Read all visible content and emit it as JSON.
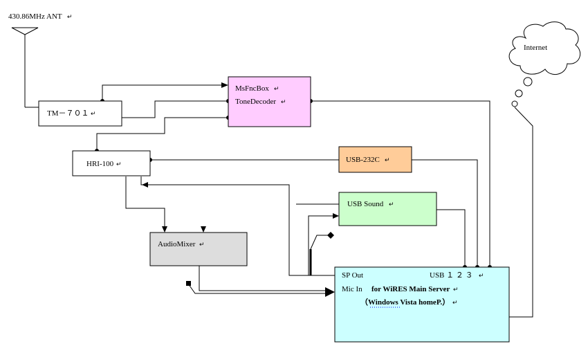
{
  "antenna": {
    "label": "430.86MHz ANT"
  },
  "nodes": {
    "tm701": {
      "label": "TM－７０１"
    },
    "msfnc": {
      "line1": "MsFncBox",
      "line2": "ToneDecoder",
      "color": "#ffccff"
    },
    "hri100": {
      "label": "HRI-100"
    },
    "usb232c": {
      "label": "USB-232C",
      "color": "#ffcc99"
    },
    "usbsound": {
      "label": "USB Sound",
      "color": "#ccffcc"
    },
    "audiomixer": {
      "label": "AudioMixer",
      "color": "#dddddd"
    },
    "server": {
      "sp_out": "SP Out",
      "usb": "USB １ ２ ３",
      "mic_in": "Mic In",
      "title": "for WiRES Main Server",
      "subtitle": "（Windows Vista homeP.）",
      "color": "#ccffff"
    }
  },
  "cloud": {
    "label": "Internet"
  },
  "paragraph_mark": "↵"
}
